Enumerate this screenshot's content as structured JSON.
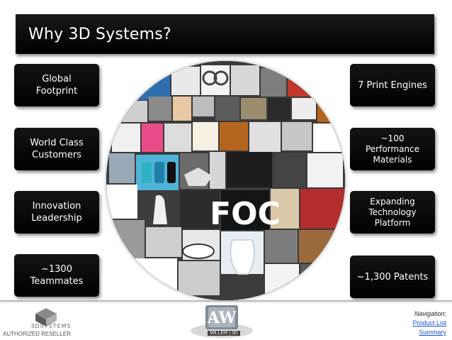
{
  "slide": {
    "title": "Why 3D Systems?"
  },
  "left_boxes": [
    {
      "label": "Global\nFootprint"
    },
    {
      "label": "World Class\nCustomers"
    },
    {
      "label": "Innovation\nLeadership"
    },
    {
      "label": "~1300\nTeammates"
    }
  ],
  "right_boxes": [
    {
      "label": "7 Print Engines"
    },
    {
      "label": "~100\nPerformance\nMaterials"
    },
    {
      "label": "Expanding\nTechnology\nPlatform"
    },
    {
      "label": "~1,300 Patents"
    }
  ],
  "collage": {
    "foc_text": "FOC"
  },
  "footer": {
    "brand_text": "3DSYSTEMS",
    "reseller_text": "AUTHORIZED RESELLER",
    "partner_letters": "AW",
    "partner_sub": "MILLER | 3D",
    "nav_label": "Navigation:",
    "nav_links": [
      "Product List",
      "Summary"
    ]
  },
  "colors": {
    "box_bg": "#000000",
    "title_bg": "#000000",
    "link": "#1a4fd6"
  }
}
